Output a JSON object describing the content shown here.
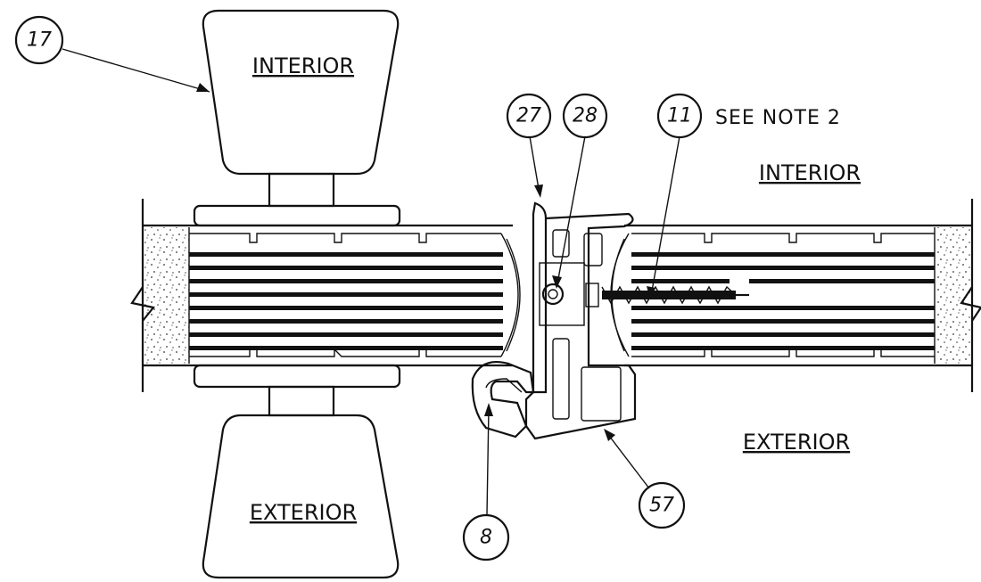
{
  "labels": {
    "interior_top_left": "INTERIOR",
    "exterior_bottom_left": "EXTERIOR",
    "interior_right": "INTERIOR",
    "exterior_right": "EXTERIOR",
    "note": "SEE NOTE 2"
  },
  "callouts": {
    "c17": "17",
    "c27": "27",
    "c28": "28",
    "c11": "11",
    "c57": "57",
    "c8": "8"
  }
}
